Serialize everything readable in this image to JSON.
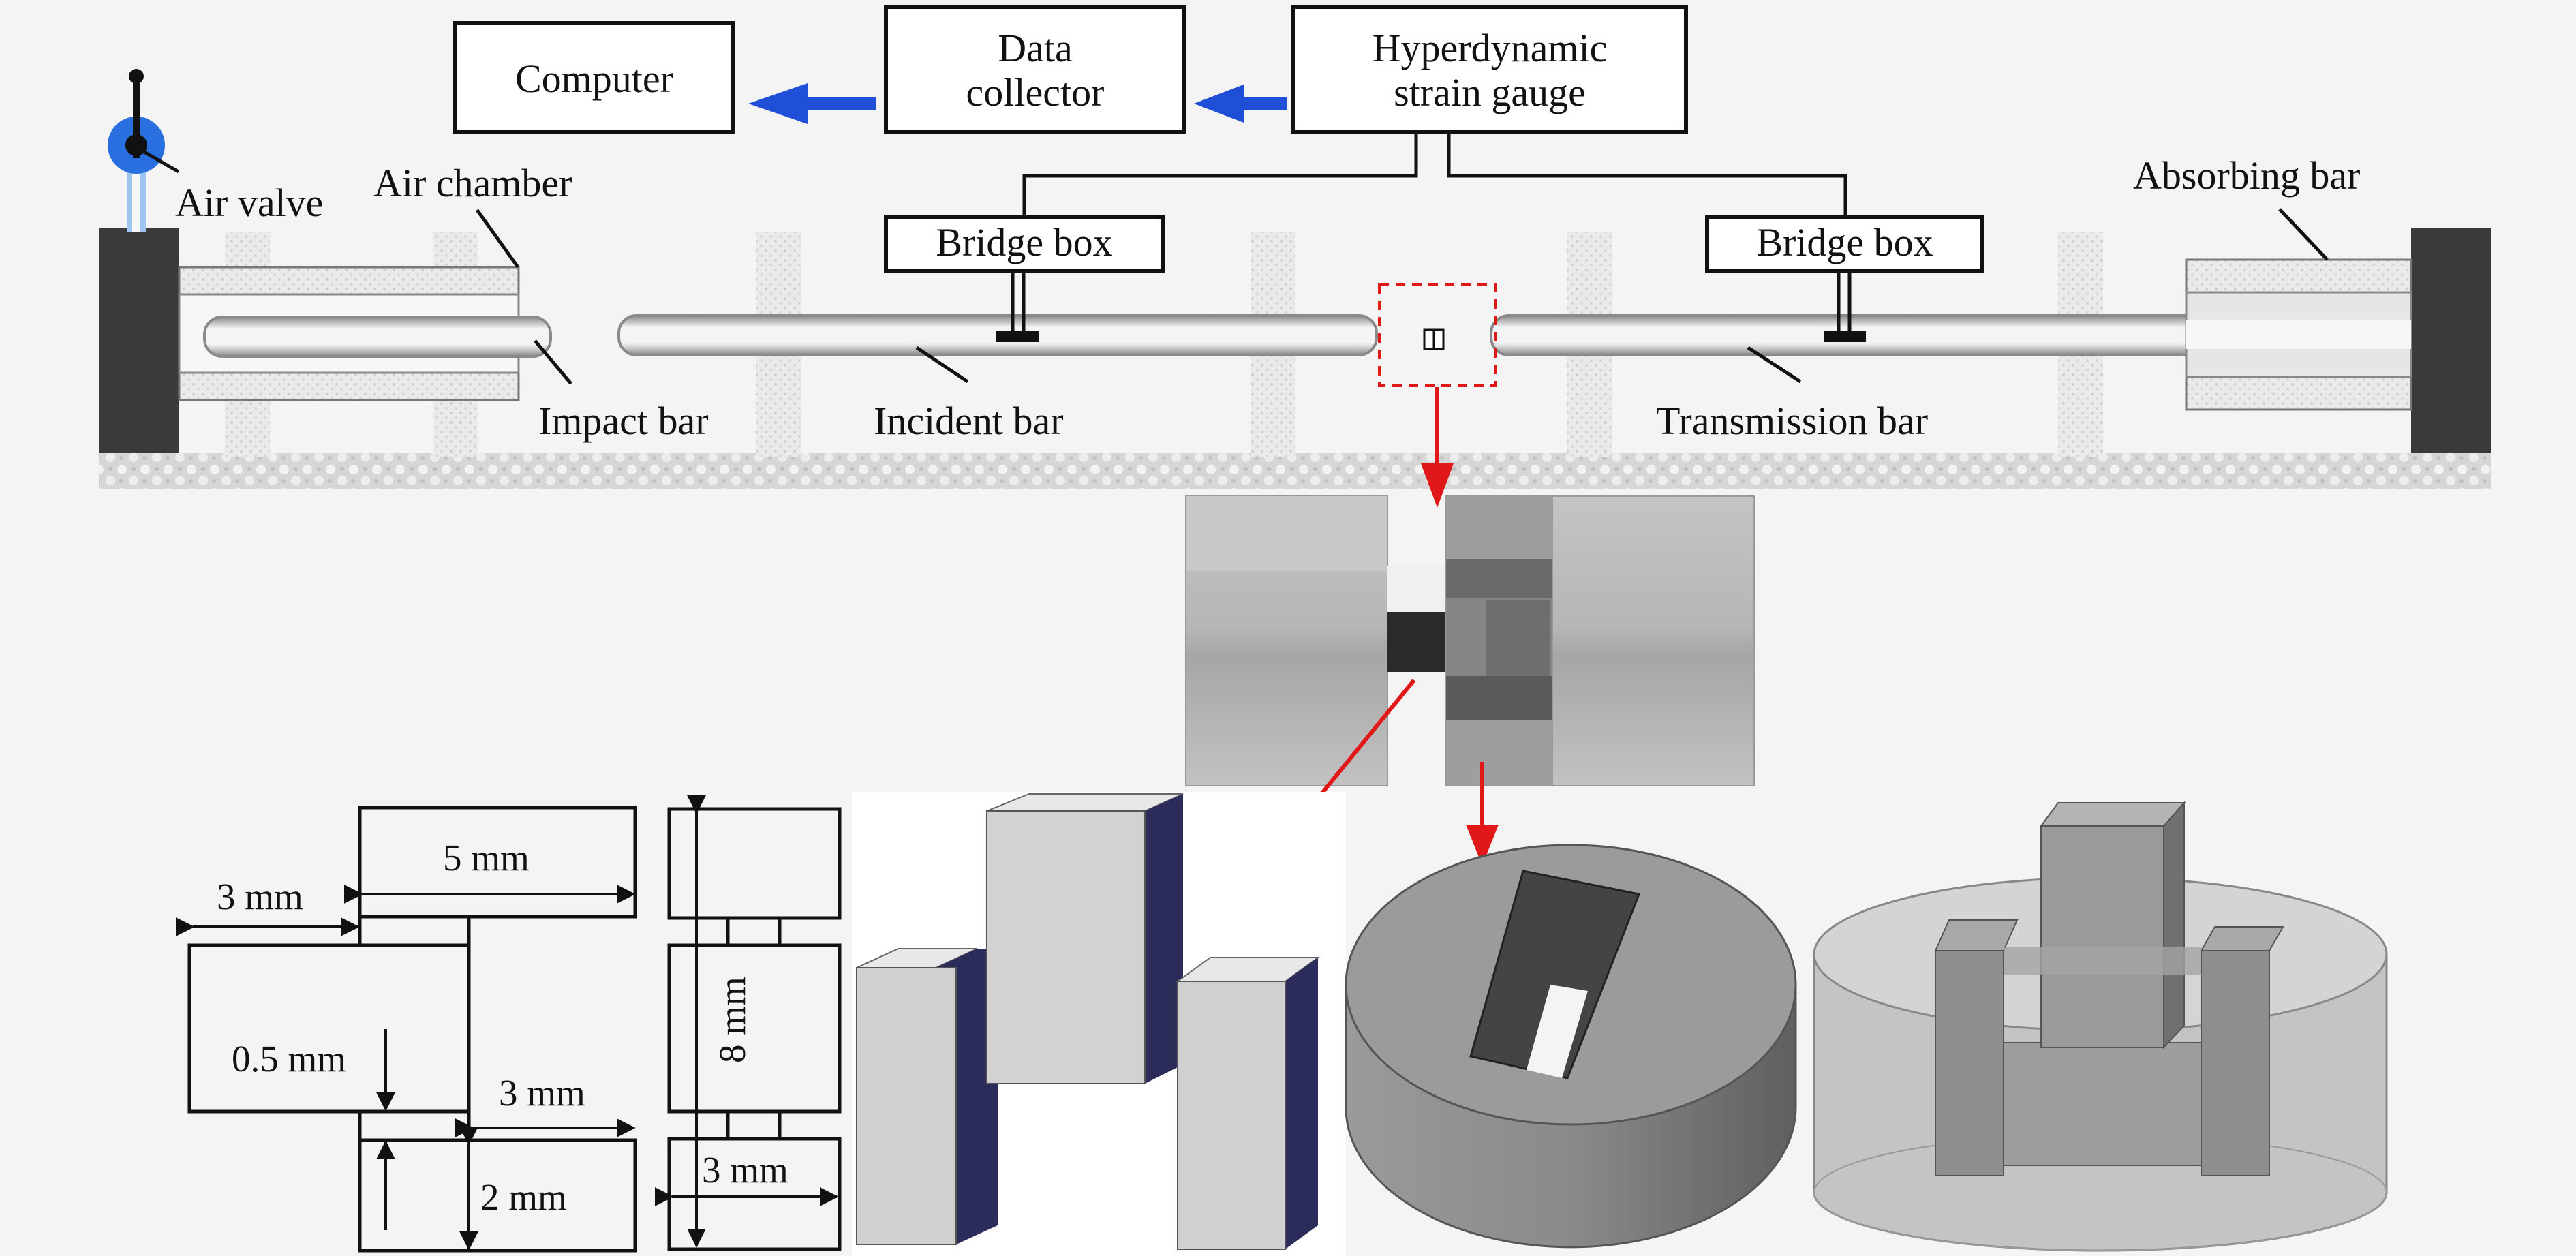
{
  "boxes": {
    "computer": "Computer",
    "data_collector_1": "Data",
    "data_collector_2": "collector",
    "strain_gauge_1": "Hyperdynamic",
    "strain_gauge_2": "strain gauge",
    "bridge_box_left": "Bridge box",
    "bridge_box_right": "Bridge box"
  },
  "labels": {
    "air_valve": "Air valve",
    "air_chamber": "Air chamber",
    "absorbing_bar": "Absorbing bar",
    "impact_bar": "Impact bar",
    "incident_bar": "Incident bar",
    "transmission_bar": "Transmission bar"
  },
  "dimensions": {
    "d_3mm_top": "3 mm",
    "d_5mm": "5 mm",
    "d_0_5mm": "0.5 mm",
    "d_3mm_right": "3 mm",
    "d_2mm": "2 mm",
    "d_8mm": "8 mm",
    "d_3mm_bottom": "3 mm"
  },
  "colors": {
    "frame": "#3a3a3a",
    "arrow_blue": "#1f4fd6",
    "arrow_red": "#e01818",
    "valve_blue": "#2a6fdf",
    "specimen_side": "#2b2c5a"
  }
}
